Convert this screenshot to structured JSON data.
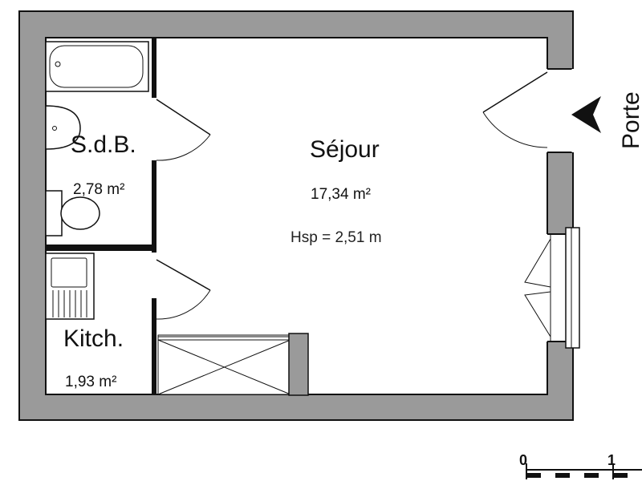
{
  "plan": {
    "wall_color": "#9a9a9a",
    "wall_outline": "#111111",
    "rooms": {
      "sejour": {
        "name": "Séjour",
        "area": "17,34 m²",
        "ceiling_height": "Hsp = 2,51 m"
      },
      "sdb": {
        "name": "S.d.B.",
        "area": "2,78 m²"
      },
      "kitchen": {
        "name": "Kitch.",
        "area": "1,93 m²"
      }
    },
    "entrance": {
      "label": "Porte"
    },
    "scale_bar": {
      "start": "0",
      "end": "1"
    }
  }
}
